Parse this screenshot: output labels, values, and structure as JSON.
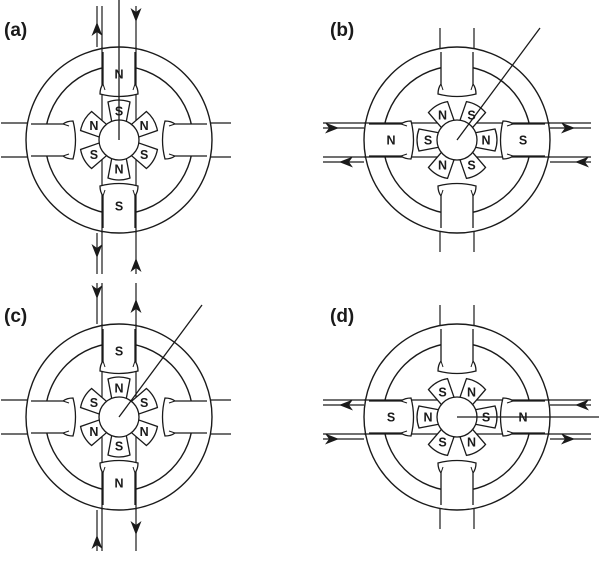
{
  "panels": [
    {
      "label": "(a)",
      "rotor_rotation_deg": 0,
      "rotor_poles": [
        "S",
        "N",
        "S",
        "N",
        "S",
        "N"
      ],
      "stator_pole_labels": {
        "top": "N",
        "bottom": "S",
        "left": "",
        "right": ""
      },
      "energized_phase": "vertical",
      "arrows": [
        "up",
        "down",
        "down",
        "up"
      ],
      "pointer": "vertical"
    },
    {
      "label": "(b)",
      "rotor_rotation_deg": 30,
      "rotor_poles": [
        "S",
        "N",
        "S",
        "N",
        "S",
        "N"
      ],
      "stator_pole_labels": {
        "top": "",
        "bottom": "",
        "left": "N",
        "right": "S"
      },
      "energized_phase": "horizontal",
      "arrows": [
        "right",
        "left",
        "right",
        "left"
      ],
      "pointer": "diagonal-up-right"
    },
    {
      "label": "(c)",
      "rotor_rotation_deg": 60,
      "rotor_poles": [
        "S",
        "N",
        "S",
        "N",
        "S",
        "N"
      ],
      "stator_pole_labels": {
        "top": "S",
        "bottom": "N",
        "left": "",
        "right": ""
      },
      "energized_phase": "vertical",
      "arrows": [
        "down",
        "up",
        "up",
        "down"
      ],
      "pointer": "diagonal-up-right"
    },
    {
      "label": "(d)",
      "rotor_rotation_deg": 90,
      "rotor_poles": [
        "S",
        "N",
        "S",
        "N",
        "S",
        "N"
      ],
      "stator_pole_labels": {
        "top": "",
        "bottom": "",
        "left": "S",
        "right": "N"
      },
      "energized_phase": "horizontal",
      "arrows": [
        "left",
        "right",
        "left",
        "right"
      ],
      "pointer": "horizontal-right"
    }
  ],
  "colors": {
    "ink": "#1a1a1a",
    "background": "#ffffff"
  }
}
